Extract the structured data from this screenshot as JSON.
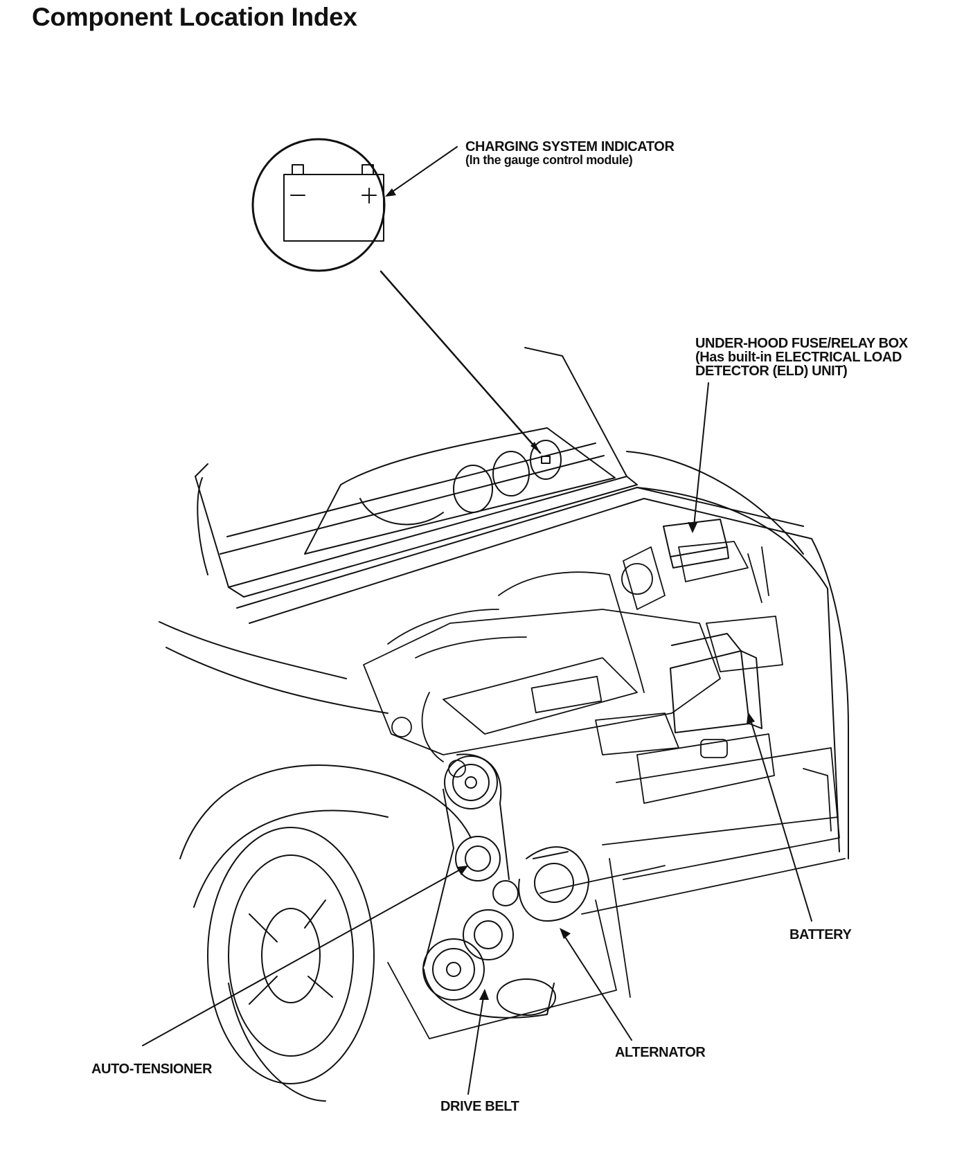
{
  "header": {
    "title": "Component Location Index"
  },
  "callouts": {
    "charging_indicator": {
      "line1": "CHARGING SYSTEM INDICATOR",
      "line2": "(In the gauge control module)"
    },
    "fuse_box": {
      "line1": "UNDER-HOOD FUSE/RELAY BOX",
      "line2": "(Has built-in ELECTRICAL LOAD",
      "line3": "DETECTOR (ELD) UNIT)"
    },
    "battery": "BATTERY",
    "alternator": "ALTERNATOR",
    "auto_tensioner": "AUTO-TENSIONER",
    "drive_belt": "DRIVE BELT"
  },
  "icon_names": [
    "battery-icon",
    "vehicle-engine-bay-illustration"
  ]
}
